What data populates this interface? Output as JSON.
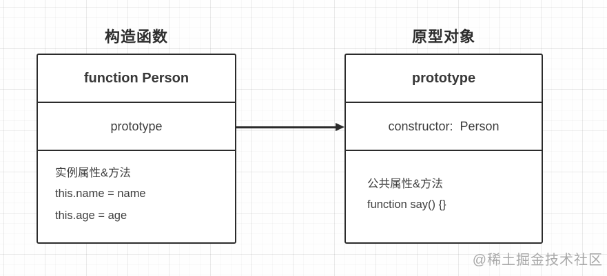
{
  "diagram": {
    "left": {
      "title": "构造函数",
      "header": "function Person",
      "middle": "prototype",
      "members": [
        "实例属性&方法",
        "this.name = name",
        "this.age = age"
      ]
    },
    "right": {
      "title": "原型对象",
      "header": "prototype",
      "middle": "constructor:  Person",
      "members": [
        "公共属性&方法",
        "function say() {}"
      ]
    },
    "arrow": {
      "from": "constructor-box-prototype-row",
      "to": "prototype-box",
      "direction": "right"
    },
    "watermark": "@稀土掘金技术社区",
    "colors": {
      "border": "#2b2b2b",
      "text": "#3d3d3d",
      "watermark": "#a8a8a8",
      "background": "#fefefe"
    }
  }
}
